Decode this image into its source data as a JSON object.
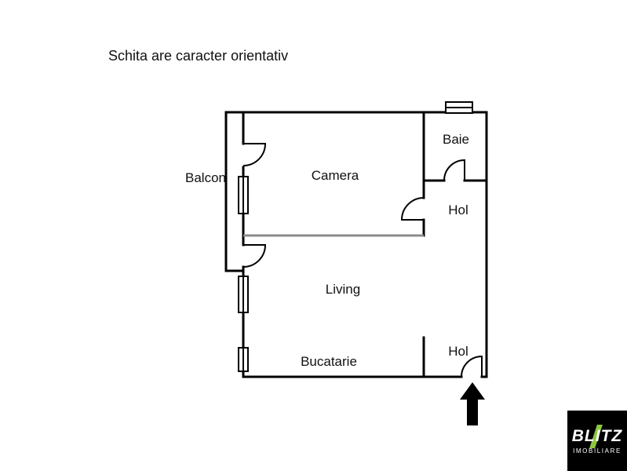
{
  "disclaimer": "Schita are caracter orientativ",
  "rooms": {
    "balcon": "Balcon",
    "camera": "Camera",
    "baie": "Baie",
    "hol_upper": "Hol",
    "living": "Living",
    "bucatarie": "Bucatarie",
    "hol_lower": "Hol"
  },
  "logo": {
    "name": "BLITZ",
    "tagline": "IMOBILIARE"
  },
  "icons": {
    "entrance_arrow": "up-arrow",
    "lightning_bolt": "green-slash"
  },
  "colors": {
    "background": "#ffffff",
    "wall": "#000000",
    "partition": "#8c8c8c",
    "text": "#111111",
    "logo_bg": "#000000",
    "logo_text": "#ffffff",
    "logo_accent": "#8dc63f"
  }
}
